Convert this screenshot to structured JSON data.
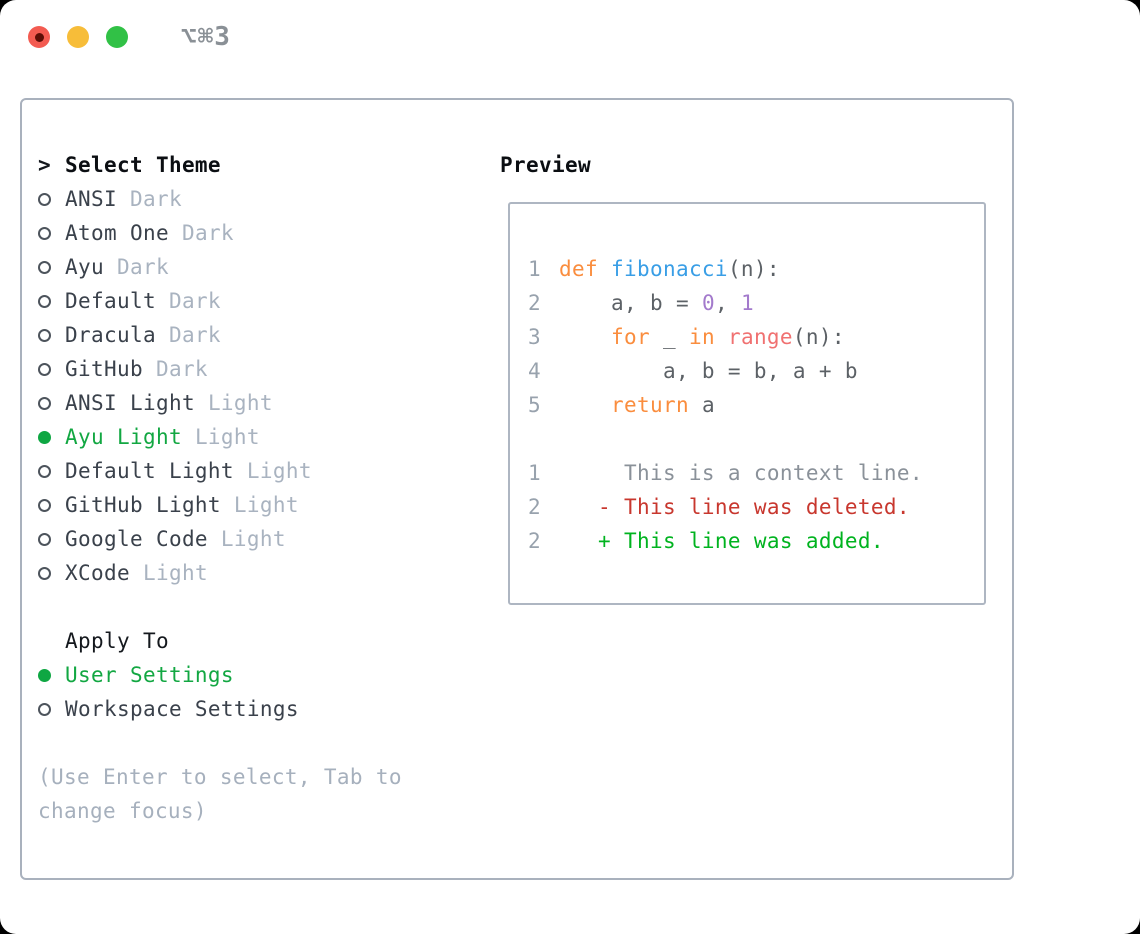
{
  "window": {
    "title": "⌥⌘3",
    "traffic_lights": [
      {
        "name": "close",
        "color": "#f35b51",
        "inner_dot_color": "#5c0e06"
      },
      {
        "name": "minimize",
        "color": "#f7bd39"
      },
      {
        "name": "zoom",
        "color": "#31c146"
      }
    ]
  },
  "theme_panel": {
    "header": {
      "prompt": ">",
      "label": "Select Theme"
    },
    "themes": [
      {
        "name": "ANSI",
        "variant": "Dark",
        "selected": false
      },
      {
        "name": "Atom One",
        "variant": "Dark",
        "selected": false
      },
      {
        "name": "Ayu",
        "variant": "Dark",
        "selected": false
      },
      {
        "name": "Default",
        "variant": "Dark",
        "selected": false
      },
      {
        "name": "Dracula",
        "variant": "Dark",
        "selected": false
      },
      {
        "name": "GitHub",
        "variant": "Dark",
        "selected": false
      },
      {
        "name": "ANSI Light",
        "variant": "Light",
        "selected": false
      },
      {
        "name": "Ayu Light",
        "variant": "Light",
        "selected": true
      },
      {
        "name": "Default Light",
        "variant": "Light",
        "selected": false
      },
      {
        "name": "GitHub Light",
        "variant": "Light",
        "selected": false
      },
      {
        "name": "Google Code",
        "variant": "Light",
        "selected": false
      },
      {
        "name": "XCode",
        "variant": "Light",
        "selected": false
      }
    ],
    "apply_to": {
      "label": "Apply To",
      "options": [
        {
          "label": "User Settings",
          "selected": true
        },
        {
          "label": "Workspace Settings",
          "selected": false
        }
      ]
    },
    "footer_hint": "(Use Enter to select, Tab to change focus)"
  },
  "preview": {
    "label": "Preview",
    "lines": [
      {
        "number": "1",
        "segments": [
          {
            "t": "def",
            "c": "keyword"
          },
          {
            "t": " ",
            "c": "plain"
          },
          {
            "t": "fibonacci",
            "c": "function"
          },
          {
            "t": "(n):",
            "c": "plain"
          }
        ]
      },
      {
        "number": "2",
        "segments": [
          {
            "t": "    a, b = ",
            "c": "plain"
          },
          {
            "t": "0",
            "c": "number"
          },
          {
            "t": ", ",
            "c": "plain"
          },
          {
            "t": "1",
            "c": "number"
          }
        ]
      },
      {
        "number": "3",
        "segments": [
          {
            "t": "    ",
            "c": "plain"
          },
          {
            "t": "for",
            "c": "keyword"
          },
          {
            "t": " _ ",
            "c": "plain"
          },
          {
            "t": "in",
            "c": "keyword"
          },
          {
            "t": " ",
            "c": "plain"
          },
          {
            "t": "range",
            "c": "builtin"
          },
          {
            "t": "(n):",
            "c": "plain"
          }
        ]
      },
      {
        "number": "4",
        "segments": [
          {
            "t": "        a, b = b, a + b",
            "c": "plain"
          }
        ]
      },
      {
        "number": "5",
        "segments": [
          {
            "t": "    ",
            "c": "plain"
          },
          {
            "t": "return",
            "c": "keyword"
          },
          {
            "t": " a",
            "c": "plain"
          }
        ]
      },
      {
        "number": "",
        "segments": []
      },
      {
        "number": "1",
        "segments": [
          {
            "t": "     This is a context line.",
            "c": "context"
          }
        ]
      },
      {
        "number": "2",
        "segments": [
          {
            "t": "   - This line was deleted.",
            "c": "deleted"
          }
        ]
      },
      {
        "number": "2",
        "segments": [
          {
            "t": "   + This line was added.",
            "c": "added"
          }
        ]
      }
    ]
  },
  "colors": {
    "selection_green": "#12a742",
    "variant_gray": "#a9b3c0",
    "hint_gray": "#a6b0bd",
    "panel_border": "#a9b1bd",
    "preview_border": "#aeb6c2",
    "syntax": {
      "keyword": "#fa8d3e",
      "function": "#399ee6",
      "number": "#a37acc",
      "builtin": "#f07171",
      "plain": "#5c6166",
      "line_number": "#98a2ad",
      "diff_context": "#8a9199",
      "diff_deleted": "#c8372e",
      "diff_added": "#00b31f"
    }
  }
}
